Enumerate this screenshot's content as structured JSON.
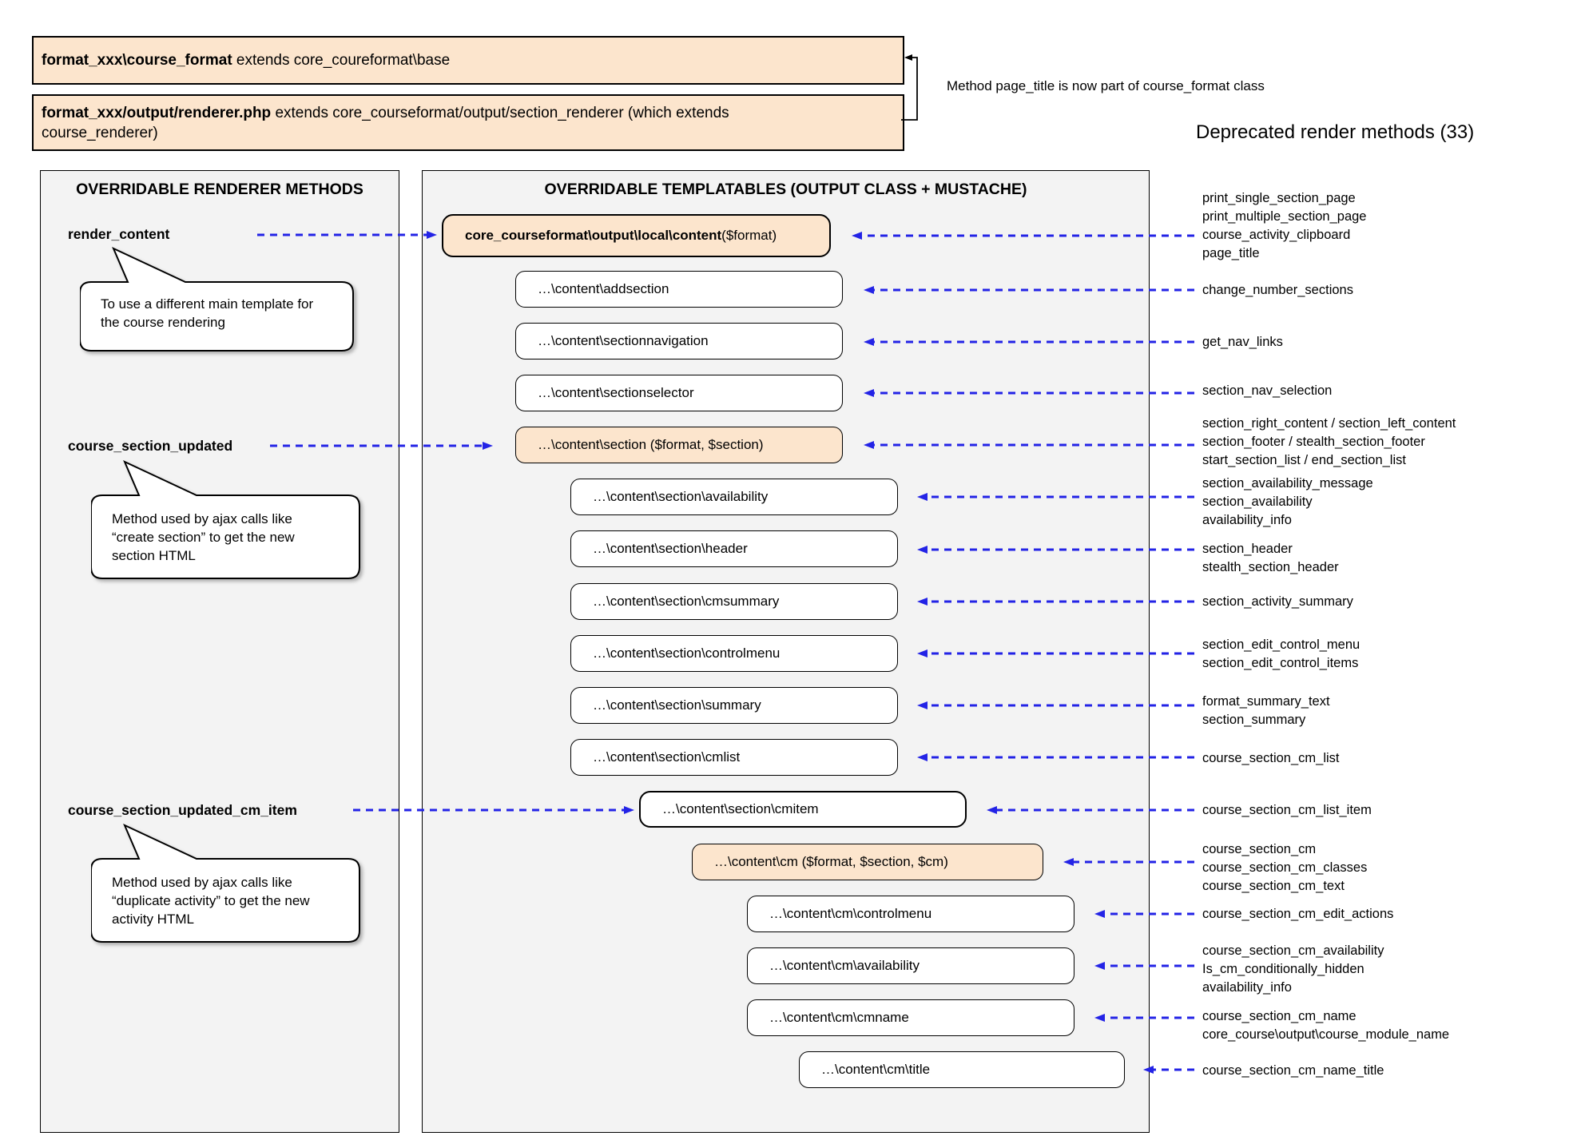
{
  "header": {
    "box1": {
      "bold": "format_xxx\\course_format",
      "rest": " extends core_coureformat\\base"
    },
    "box2": {
      "bold": "format_xxx/output/renderer.php",
      "rest_line1": " extends core_courseformat/output/section_renderer (which extends",
      "line2": "course_renderer)"
    },
    "note": "Method page_title is now part of course_format class",
    "deprecated_title": "Deprecated render methods (33)"
  },
  "left_panel": {
    "title": "OVERRIDABLE RENDERER METHODS",
    "methods": [
      {
        "name": "render_content",
        "note_lines": [
          "To use a different main template for",
          "the course rendering"
        ]
      },
      {
        "name": "course_section_updated",
        "note_lines": [
          "Method used by ajax calls like",
          "“create section” to get the new",
          "section HTML"
        ]
      },
      {
        "name": "course_section_updated_cm_item",
        "note_lines": [
          "Method used by ajax calls like",
          "“duplicate activity” to get the new",
          "activity HTML"
        ]
      }
    ]
  },
  "middle_panel": {
    "title": "OVERRIDABLE TEMPLATABLES (OUTPUT CLASS + MUSTACHE)",
    "boxes": [
      {
        "bold": "core_courseformat\\output\\local\\content",
        "rest": " ($format)"
      },
      {
        "label": "…\\content\\addsection"
      },
      {
        "label": "…\\content\\sectionnavigation"
      },
      {
        "label": "…\\content\\sectionselector"
      },
      {
        "label": "…\\content\\section ($format, $section)"
      },
      {
        "label": "…\\content\\section\\availability"
      },
      {
        "label": "…\\content\\section\\header"
      },
      {
        "label": "…\\content\\section\\cmsummary"
      },
      {
        "label": "…\\content\\section\\controlmenu"
      },
      {
        "label": "…\\content\\section\\summary"
      },
      {
        "label": "…\\content\\section\\cmlist"
      },
      {
        "label": "…\\content\\section\\cmitem"
      },
      {
        "label": "…\\content\\cm ($format, $section, $cm)"
      },
      {
        "label": "…\\content\\cm\\controlmenu"
      },
      {
        "label": "…\\content\\cm\\availability"
      },
      {
        "label": "…\\content\\cm\\cmname"
      },
      {
        "label": "…\\content\\cm\\title"
      }
    ]
  },
  "right_column": {
    "groups": [
      {
        "lines": [
          "print_single_section_page",
          "print_multiple_section_page",
          "course_activity_clipboard",
          "page_title"
        ]
      },
      {
        "lines": [
          "change_number_sections"
        ]
      },
      {
        "lines": [
          "get_nav_links"
        ]
      },
      {
        "lines": [
          "section_nav_selection"
        ]
      },
      {
        "lines": [
          "section_right_content / section_left_content",
          "section_footer / stealth_section_footer",
          "start_section_list / end_section_list"
        ]
      },
      {
        "lines": [
          "section_availability_message",
          "section_availability",
          "availability_info"
        ]
      },
      {
        "lines": [
          "section_header",
          "stealth_section_header"
        ]
      },
      {
        "lines": [
          "section_activity_summary"
        ]
      },
      {
        "lines": [
          "section_edit_control_menu",
          "section_edit_control_items"
        ]
      },
      {
        "lines": [
          "format_summary_text",
          "section_summary"
        ]
      },
      {
        "lines": [
          "course_section_cm_list"
        ]
      },
      {
        "lines": [
          "course_section_cm_list_item"
        ]
      },
      {
        "lines": [
          "course_section_cm",
          "course_section_cm_classes",
          "course_section_cm_text"
        ]
      },
      {
        "lines": [
          "course_section_cm_edit_actions"
        ]
      },
      {
        "lines": [
          "course_section_cm_availability",
          "Is_cm_conditionally_hidden",
          "availability_info"
        ]
      },
      {
        "lines": [
          "course_section_cm_name",
          "core_course\\output\\course_module_name"
        ]
      },
      {
        "lines": [
          "course_section_cm_name_title"
        ]
      }
    ]
  },
  "colors": {
    "accent_fill": "#fce5cd",
    "panel_fill": "#f3f3f3",
    "arrow_blue": "#2323e6"
  }
}
